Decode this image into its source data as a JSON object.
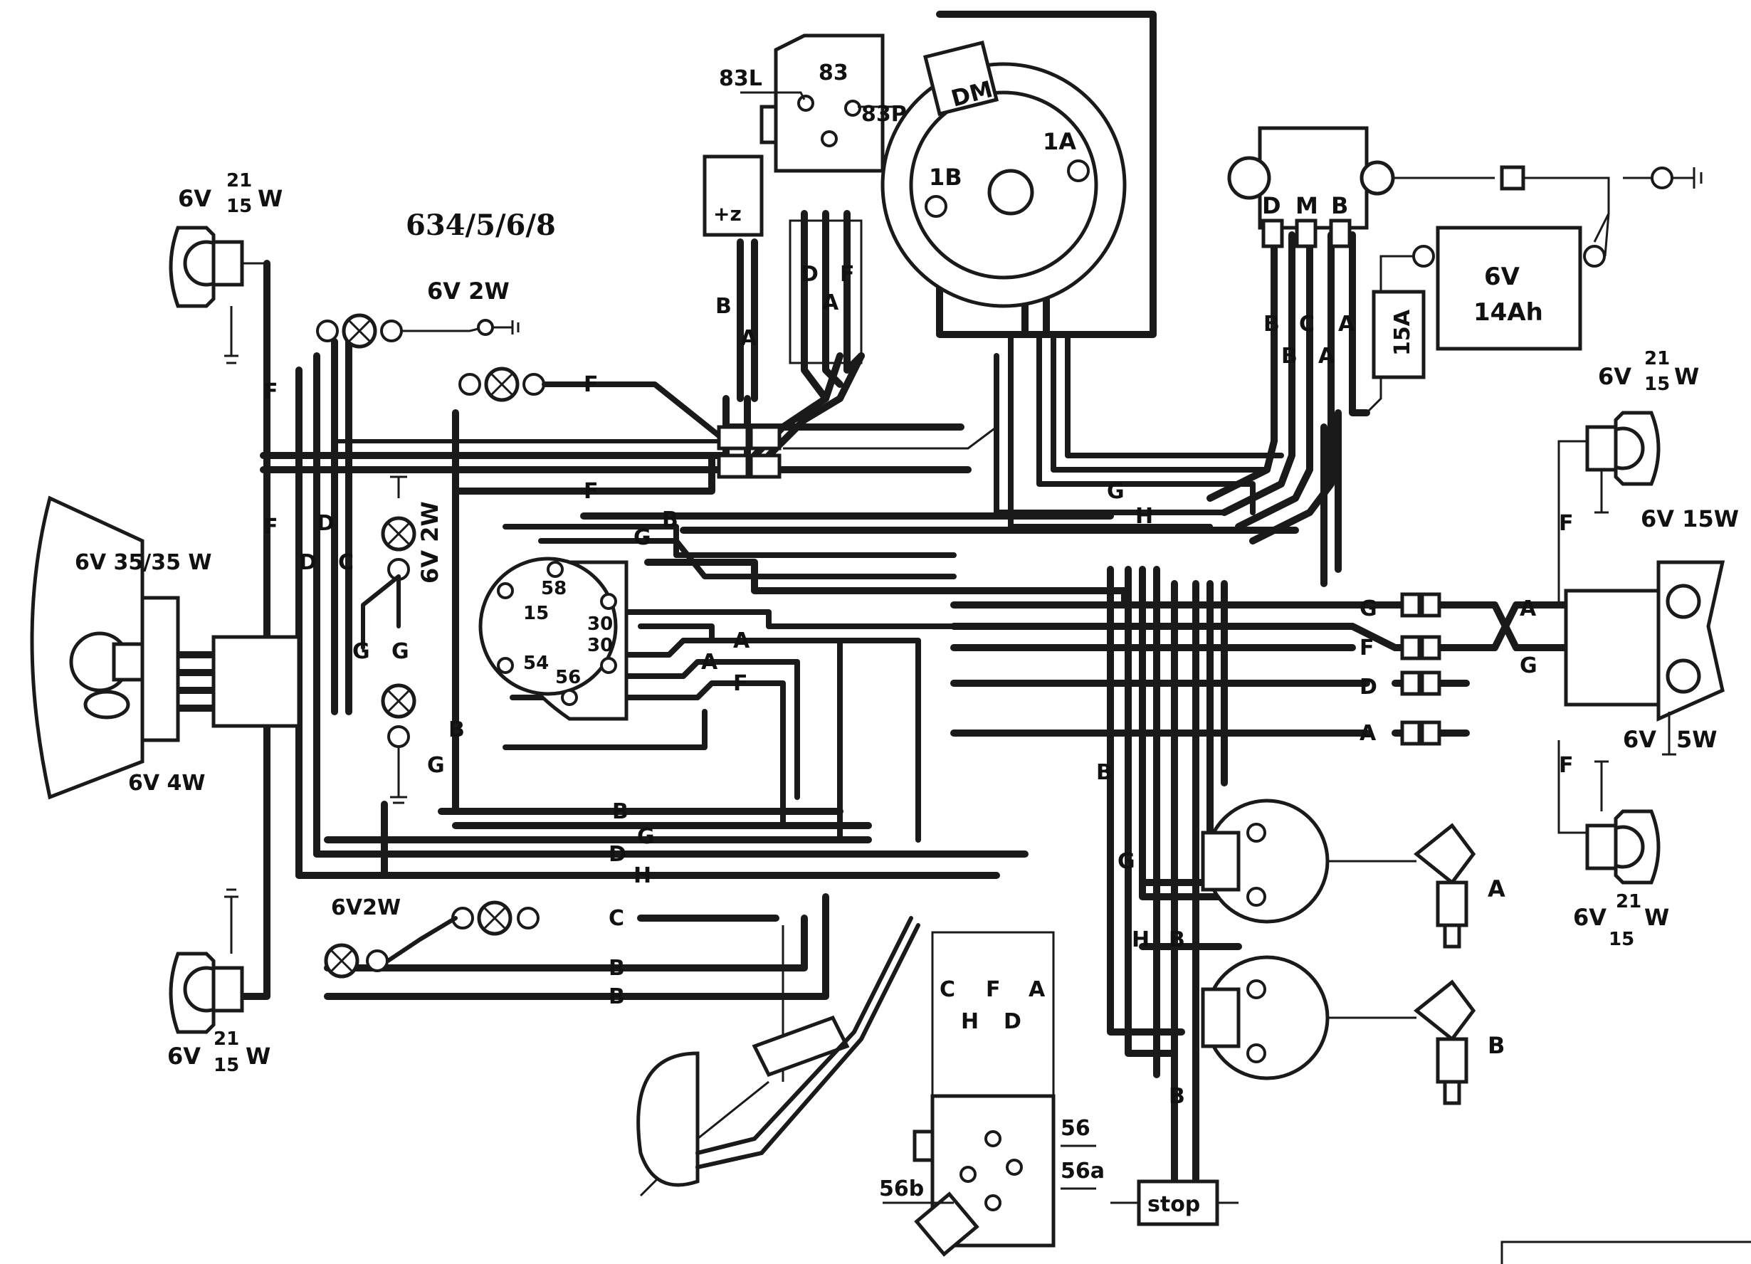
{
  "title": "634/5/6/8",
  "lamps": {
    "front_left_top": {
      "rating_a": "6V",
      "rating_b": "21",
      "rating_c": "W",
      "rating_d": "15"
    },
    "rear_left_bottom": {
      "rating_a": "6V",
      "rating_b": "21",
      "rating_c": "W",
      "rating_d": "15"
    },
    "right_top": {
      "rating_a": "6V",
      "rating_b": "21",
      "rating_c": "W",
      "rating_d": "15"
    },
    "right_bottom": {
      "rating_a": "6V",
      "rating_b": "21",
      "rating_c": "W",
      "rating_d": "15"
    },
    "headlamp": "6V 35/35 W",
    "headlamp_pilot": "6V 4W",
    "indicator_top": "6V 2W",
    "indicator_vertical": "6V 2W",
    "indicator_bottom": "6V2W",
    "tail_15w": "6V 15W",
    "tail_5w": "6V",
    "tail_5w_b": "5W"
  },
  "battery": {
    "voltage": "6V",
    "capacity": "14Ah",
    "fuse": "15A"
  },
  "regulator": {
    "terminals": [
      "D",
      "M",
      "B"
    ]
  },
  "dynamo": {
    "label": "DM",
    "terminals": [
      "1A",
      "1B"
    ]
  },
  "horn_switch": {
    "terminals": [
      "83L",
      "83",
      "83P"
    ]
  },
  "relay": {
    "label": "+z"
  },
  "ignition_switch": {
    "terminals": [
      "15",
      "58",
      "30",
      "30",
      "54",
      "56"
    ]
  },
  "dip_switch": {
    "terminals": [
      "56",
      "56a",
      "56b"
    ]
  },
  "stop_switch": "stop",
  "plugs": [
    "A",
    "B"
  ],
  "wire_codes": {
    "A": "A",
    "B": "B",
    "C": "C",
    "D": "D",
    "F": "F",
    "G": "G",
    "H": "H"
  }
}
